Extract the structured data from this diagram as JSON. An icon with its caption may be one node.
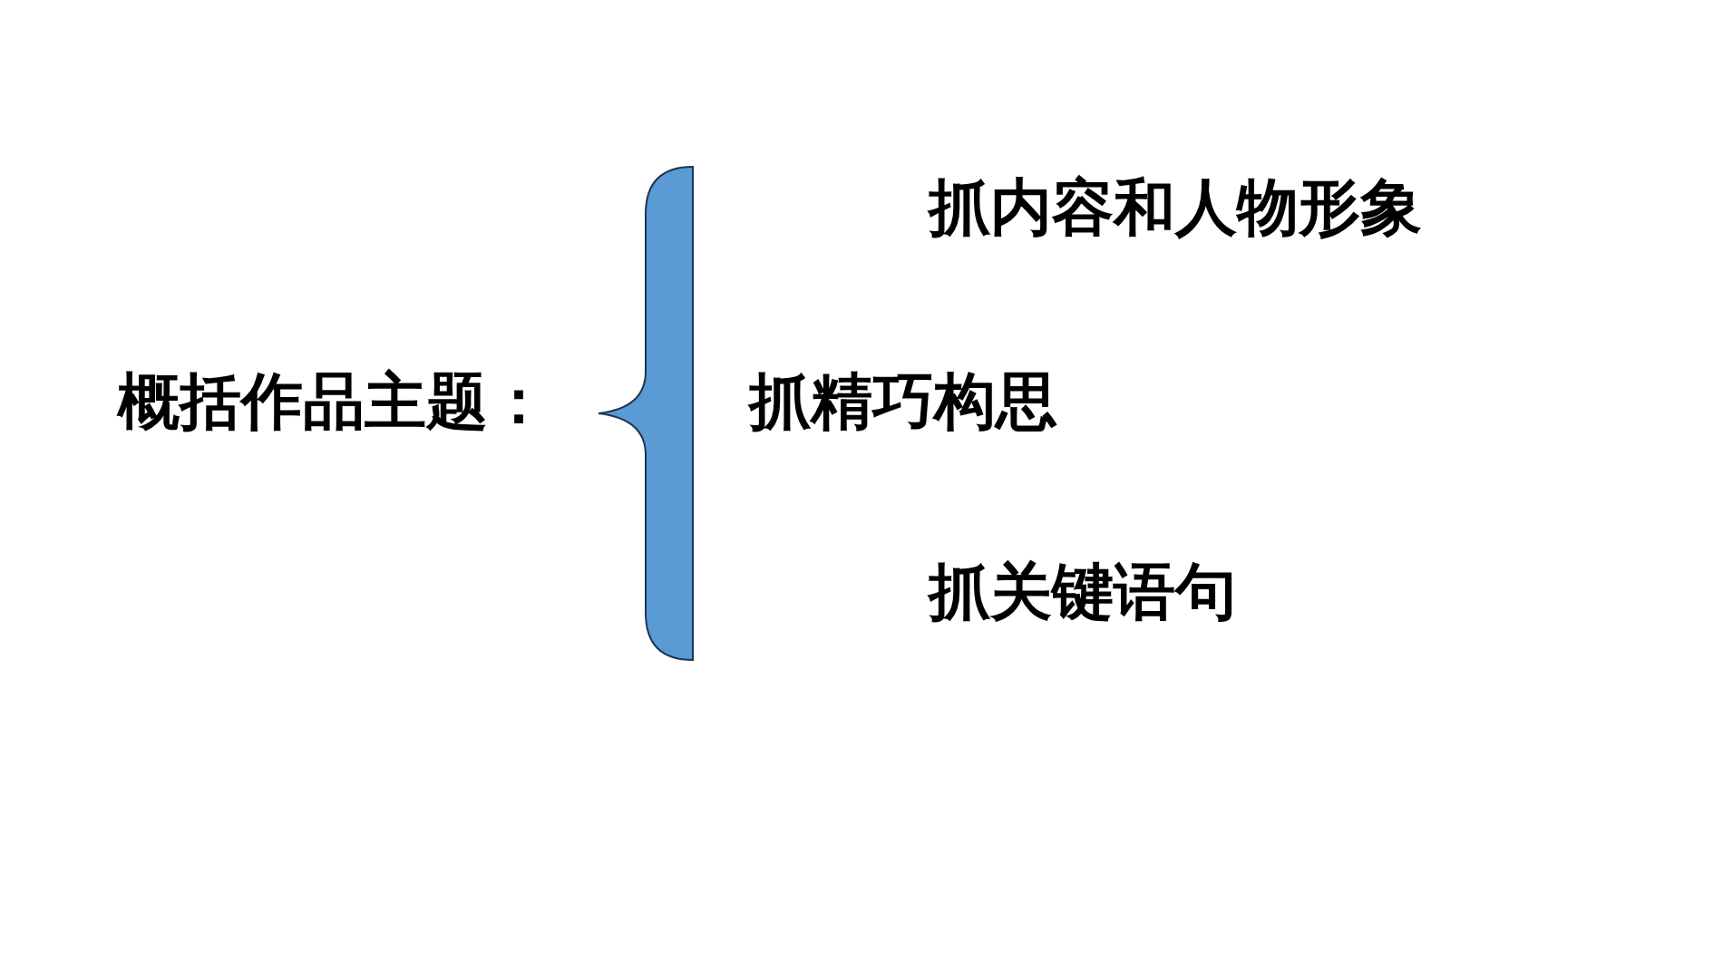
{
  "diagram": {
    "nodes": [
      {
        "text": [],
        "shape": "brace"
      }
    ],
    "labels": [
      "抓内容和人物形象",
      "概括作品主题：",
      "抓精巧构思",
      "抓关键语句"
    ]
  }
}
